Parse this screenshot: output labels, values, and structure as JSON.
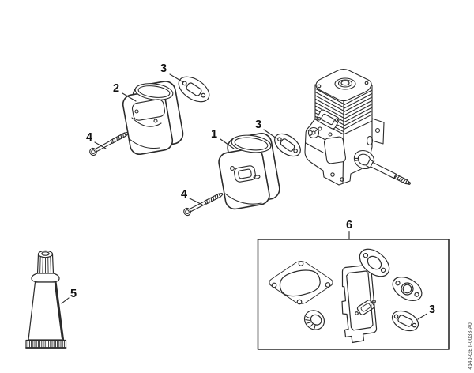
{
  "drawing": {
    "number": "4140-GET-0033-A0",
    "background": "#ffffff",
    "line_color": "#2b2b2b",
    "label_color": "#111111"
  },
  "callouts": [
    {
      "label": "2",
      "part": "muffler-upper"
    },
    {
      "label": "3",
      "part": "gasket-muffler-upper"
    },
    {
      "label": "4",
      "part": "screw-muffler-upper"
    },
    {
      "label": "1",
      "part": "muffler-lower"
    },
    {
      "label": "3",
      "part": "gasket-engine"
    },
    {
      "label": "4",
      "part": "screw-muffler-lower"
    },
    {
      "label": "5",
      "part": "sealant-tube"
    },
    {
      "label": "6",
      "part": "gasket-set"
    },
    {
      "label": "3",
      "part": "gasket-in-set"
    }
  ]
}
